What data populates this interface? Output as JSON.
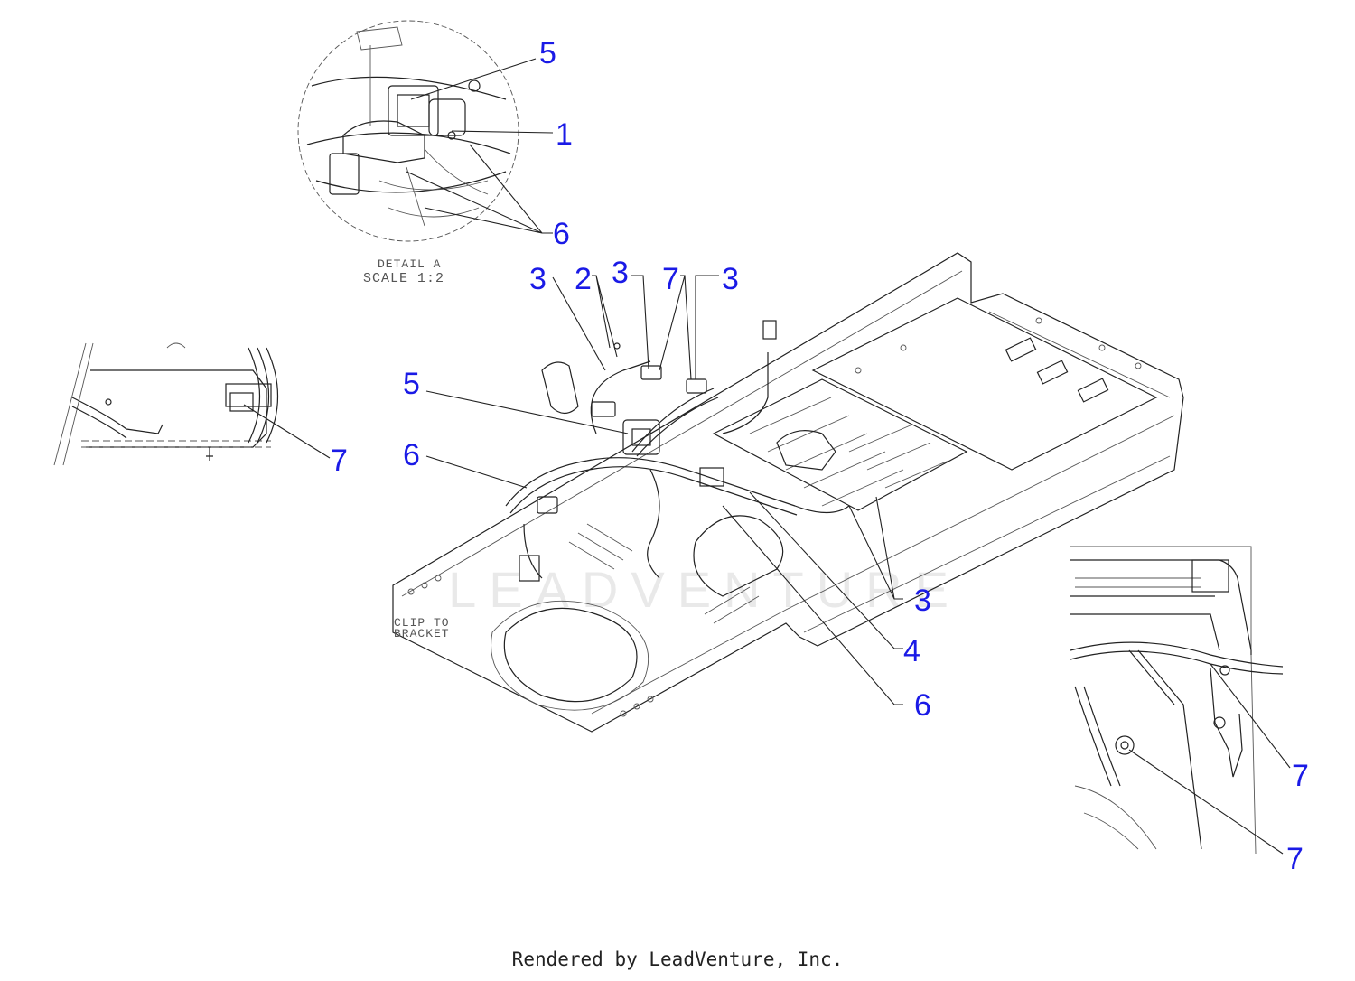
{
  "detail_label": {
    "line1": "DETAIL A",
    "line2": "SCALE 1:2"
  },
  "clip_note": {
    "line1": "CLIP TO",
    "line2": "BRACKET"
  },
  "watermark": "LEADVENTURE",
  "callouts": {
    "d5": "5",
    "d1": "1",
    "d6": "6",
    "m3a": "3",
    "m2": "2",
    "m3b": "3",
    "m7": "7",
    "m3c": "3",
    "m5": "5",
    "m6": "6",
    "m3d": "3",
    "m4": "4",
    "m6b": "6",
    "l7": "7",
    "r7a": "7",
    "r7b": "7"
  },
  "footer": "Rendered by LeadVenture, Inc."
}
